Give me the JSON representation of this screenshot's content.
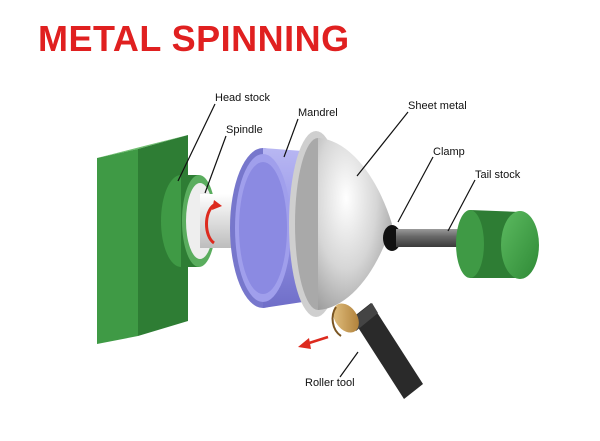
{
  "title": "METAL SPINNING",
  "labels": {
    "head_stock": "Head stock",
    "spindle": "Spindle",
    "mandrel": "Mandrel",
    "sheet_metal": "Sheet metal",
    "clamp": "Clamp",
    "tail_stock": "Tail stock",
    "roller_tool": "Roller tool"
  },
  "colors": {
    "title": "#e02020",
    "head_stock": "#3f9a45",
    "tail_stock": "#3f9a45",
    "mandrel": "#8f8ee6",
    "sheet_metal": "#d4d4d4",
    "spindle": "#e8e8e8",
    "arrow": "#dd2a1e",
    "roller_tool": "#c8a060"
  }
}
